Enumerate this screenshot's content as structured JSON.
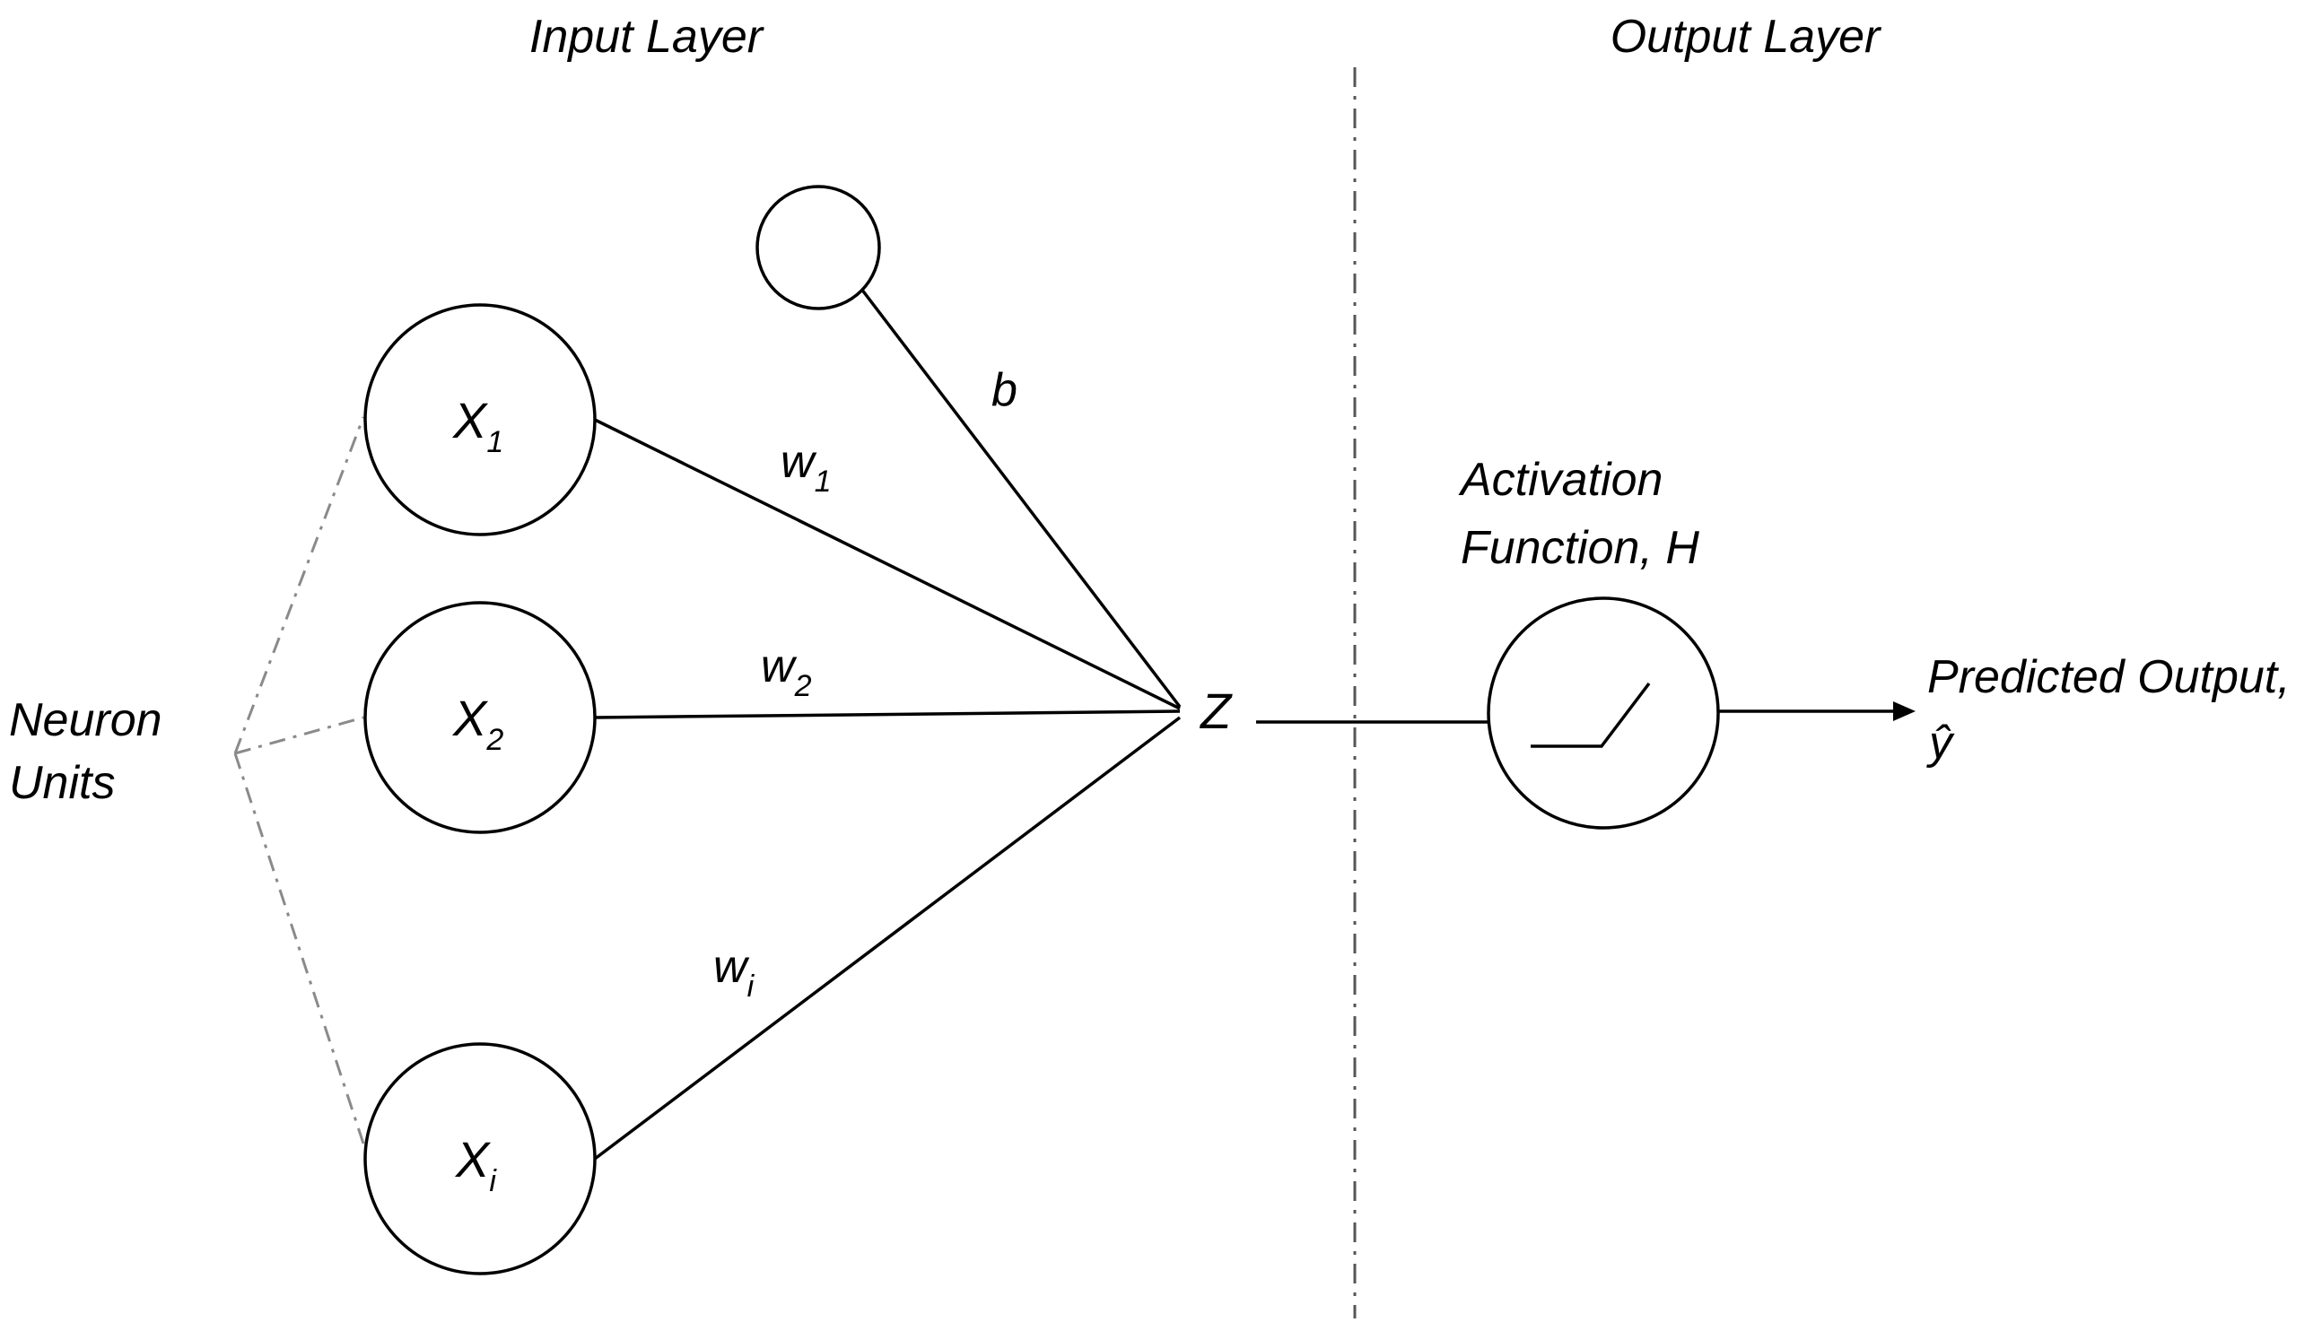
{
  "headings": {
    "input_layer": "Input Layer",
    "output_layer": "Output Layer"
  },
  "neuron_units_label": [
    "Neuron",
    "Units"
  ],
  "inputs": [
    {
      "name": "X",
      "sub": "1"
    },
    {
      "name": "X",
      "sub": "2"
    },
    {
      "name": "X",
      "sub": "i"
    }
  ],
  "weights": [
    {
      "name": "w",
      "sub": "1"
    },
    {
      "name": "w",
      "sub": "2"
    },
    {
      "name": "w",
      "sub": "i"
    }
  ],
  "bias_label": "b",
  "sum_label": "Z",
  "activation_label": [
    "Activation",
    "Function, H"
  ],
  "output_label": [
    "Predicted Output,",
    "ŷ"
  ]
}
